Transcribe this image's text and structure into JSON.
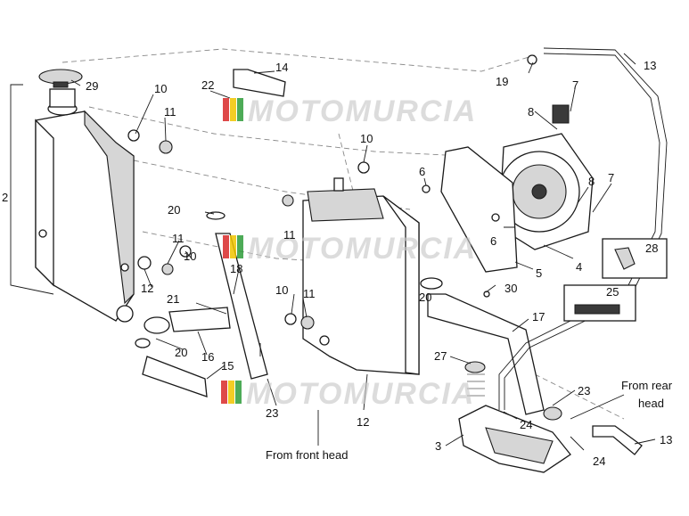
{
  "labels": {
    "n2": "2",
    "n3": "3",
    "n4": "4",
    "n5": "5",
    "n6a": "6",
    "n6b": "6",
    "n7a": "7",
    "n7b": "7",
    "n8a": "8",
    "n8b": "8",
    "n10a": "10",
    "n10b": "10",
    "n10c": "10",
    "n10d": "10",
    "n11a": "11",
    "n11b": "11",
    "n11c": "11",
    "n11d": "11",
    "n12a": "12",
    "n12b": "12",
    "n13a": "13",
    "n13b": "13",
    "n14": "14",
    "n15": "15",
    "n16": "16",
    "n17": "17",
    "n18": "18",
    "n19": "19",
    "n20a": "20",
    "n20b": "20",
    "n20c": "20",
    "n21": "21",
    "n22": "22",
    "n23a": "23",
    "n23b": "23",
    "n24a": "24",
    "n24b": "24",
    "n25": "25",
    "n27": "27",
    "n28": "28",
    "n29": "29",
    "n30": "30"
  },
  "notes": {
    "front_head": "From front head",
    "rear_head_1": "From rear",
    "rear_head_2": "head"
  },
  "watermark": {
    "text": "MOTOMURCIA",
    "colors": [
      "#d92a2a",
      "#f2c500",
      "#2f9d3a"
    ]
  }
}
